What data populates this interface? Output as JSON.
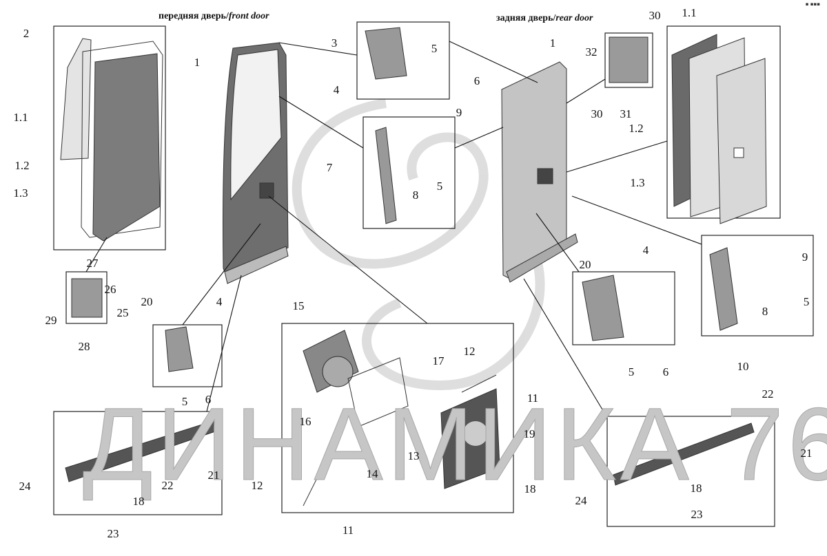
{
  "titles": {
    "front_ru": "передняя дверь/",
    "front_en": "front door",
    "rear_ru": "задняя дверь/",
    "rear_en": "rear door"
  },
  "corner_mark": "▪ ▪▪▪",
  "watermark": "ДИНАМИКА 76",
  "callouts": [
    "2",
    "1.1",
    "1.2",
    "1.3",
    "27",
    "26",
    "25",
    "29",
    "28",
    "1",
    "3",
    "5",
    "4",
    "6",
    "9",
    "7",
    "8",
    "5",
    "1",
    "32",
    "30",
    "30",
    "31",
    "1.1",
    "1.2",
    "1.3",
    "9",
    "8",
    "5",
    "10",
    "20",
    "4",
    "5",
    "6",
    "20",
    "4",
    "5",
    "6",
    "15",
    "17",
    "12",
    "11",
    "16",
    "19",
    "13",
    "14",
    "18",
    "12",
    "11",
    "22",
    "21",
    "24",
    "18",
    "23",
    "22",
    "21",
    "18",
    "24",
    "23"
  ]
}
